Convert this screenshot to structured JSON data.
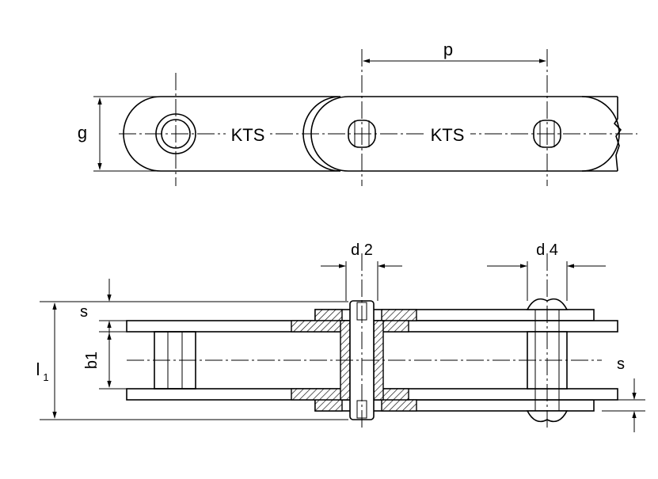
{
  "labels": {
    "pitch": "p",
    "plate_height": "g",
    "marking_left": "KTS",
    "marking_right": "KTS",
    "pin_dia": "d 2",
    "bush_dia": "d 4",
    "thickness_top": "s",
    "thickness_right": "s",
    "inner_width": "b1",
    "length_l": "l",
    "length_sub": "1"
  }
}
